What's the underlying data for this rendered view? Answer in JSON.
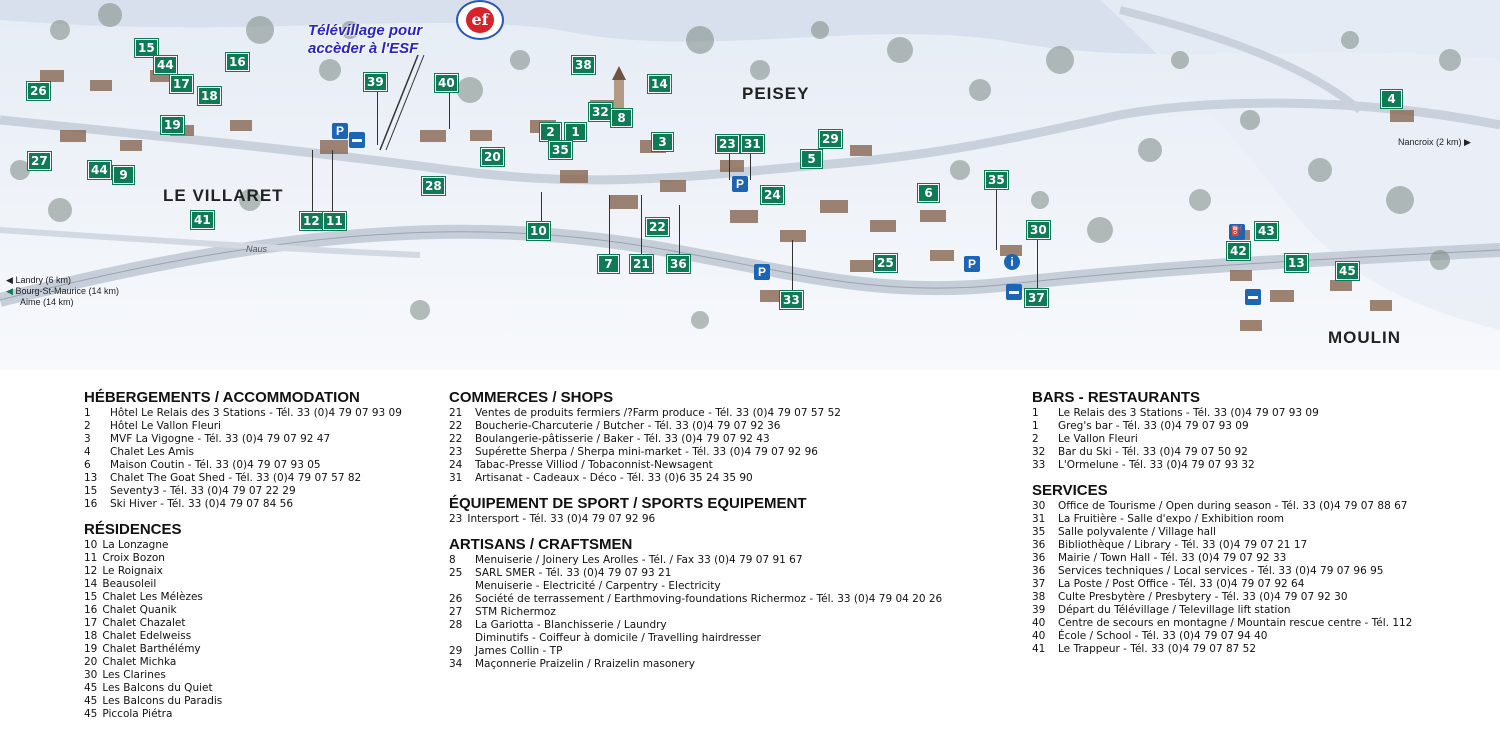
{
  "map": {
    "esf_label_line1": "Télévillage pour",
    "esf_label_line2": "accèder à l'ESF",
    "esf_logo_letters": "ef",
    "places": {
      "peisey": "PEISEY",
      "villaret": "LE VILLARET",
      "moulin": "MOULIN"
    },
    "destinations": {
      "nancroix": "Nancroix (2 km)",
      "landry": "Landry (6 km)",
      "bourg": "Bourg-St-Maurice (14 km)",
      "aime": "Aime (14 km)"
    },
    "signature": "Naus",
    "parking_symbol": "P",
    "info_symbol": "i",
    "markers": [
      "15",
      "44",
      "16",
      "17",
      "26",
      "18",
      "19",
      "27",
      "44",
      "9",
      "41",
      "39",
      "40",
      "12",
      "11",
      "28",
      "20",
      "38",
      "14",
      "32",
      "8",
      "2",
      "1",
      "35",
      "3",
      "23",
      "31",
      "29",
      "5",
      "24",
      "6",
      "35",
      "10",
      "22",
      "7",
      "21",
      "36",
      "33",
      "25",
      "30",
      "37",
      "4",
      "43",
      "42",
      "13",
      "45"
    ]
  },
  "legend": {
    "accommodation": {
      "title": "HÉBERGEMENTS / ACCOMMODATION",
      "items": [
        {
          "n": "1",
          "t": "Hôtel Le Relais des 3 Stations - Tél. 33 (0)4 79 07 93 09"
        },
        {
          "n": "2",
          "t": "Hôtel Le Vallon Fleuri"
        },
        {
          "n": "3",
          "t": "MVF La Vigogne - Tél. 33 (0)4 79 07 92 47"
        },
        {
          "n": "4",
          "t": "Chalet Les Amis"
        },
        {
          "n": "6",
          "t": "Maison Coutin - Tél. 33 (0)4 79 07 93 05"
        },
        {
          "n": "13",
          "t": "Chalet The Goat Shed - Tél. 33 (0)4 79 07 57 82"
        },
        {
          "n": "15",
          "t": "Seventy3 - Tél. 33 (0)4 79 07 22 29"
        },
        {
          "n": "16",
          "t": "Ski Hiver - Tél. 33 (0)4 79 07 84 56"
        }
      ]
    },
    "residences": {
      "title": "RÉSIDENCES",
      "items": [
        {
          "n": "10",
          "t": "La Lonzagne"
        },
        {
          "n": "11",
          "t": "Croix Bozon"
        },
        {
          "n": "12",
          "t": "Le Roignaix"
        },
        {
          "n": "14",
          "t": "Beausoleil"
        },
        {
          "n": "15",
          "t": "Chalet Les Mélèzes"
        },
        {
          "n": "16",
          "t": "Chalet Quanik"
        },
        {
          "n": "17",
          "t": "Chalet Chazalet"
        },
        {
          "n": "18",
          "t": "Chalet Edelweiss"
        },
        {
          "n": "19",
          "t": "Chalet Barthélémy"
        },
        {
          "n": "20",
          "t": "Chalet Michka"
        },
        {
          "n": "30",
          "t": "Les Clarines"
        },
        {
          "n": "45",
          "t": "Les Balcons du Quiet"
        },
        {
          "n": "45",
          "t": "Les Balcons du Paradis"
        },
        {
          "n": "45",
          "t": "Piccola Piétra"
        }
      ]
    },
    "shops": {
      "title": "COMMERCES / SHOPS",
      "items": [
        {
          "n": "21",
          "t": "Ventes de produits fermiers /?Farm produce - Tél. 33 (0)4 79 07 57 52"
        },
        {
          "n": "22",
          "t": "Boucherie-Charcuterie / Butcher - Tél. 33 (0)4 79 07 92 36"
        },
        {
          "n": "22",
          "t": "Boulangerie-pâtisserie / Baker - Tél. 33 (0)4 79 07 92 43"
        },
        {
          "n": "23",
          "t": "Supérette Sherpa / Sherpa mini-market - Tél. 33 (0)4 79 07 92 96"
        },
        {
          "n": "24",
          "t": "Tabac-Presse Villiod / Tobaconnist-Newsagent"
        },
        {
          "n": "31",
          "t": "Artisanat - Cadeaux - Déco - Tél. 33 (0)6 35 24 35 90"
        }
      ]
    },
    "sports": {
      "title": "ÉQUIPEMENT DE SPORT / SPORTS EQUIPEMENT",
      "items": [
        {
          "n": "23",
          "t": "Intersport - Tél. 33 (0)4 79 07 92 96"
        }
      ]
    },
    "craftsmen": {
      "title": "ARTISANS / CRAFTSMEN",
      "items": [
        {
          "n": "8",
          "t": "Menuiserie / Joinery Les Arolles - Tél. / Fax 33 (0)4 79 07 91 67"
        },
        {
          "n": "25",
          "t": "SARL SMER - Tél. 33 (0)4 79 07 93 21"
        },
        {
          "n": "",
          "t": "Menuiserie - Electricité / Carpentry - Electricity"
        },
        {
          "n": "26",
          "t": "Société de terrassement / Earthmoving-foundations Richermoz - Tél. 33 (0)4 79 04 20 26"
        },
        {
          "n": "27",
          "t": "STM Richermoz"
        },
        {
          "n": "28",
          "t": "La Gariotta - Blanchisserie / Laundry"
        },
        {
          "n": "",
          "t": "Diminutifs - Coiffeur à domicile / Travelling hairdresser"
        },
        {
          "n": "29",
          "t": "James Collin - TP"
        },
        {
          "n": "34",
          "t": "Maçonnerie Praizelin / Rraizelin masonery"
        }
      ]
    },
    "bars": {
      "title": "BARS - RESTAURANTS",
      "items": [
        {
          "n": "1",
          "t": "Le Relais des 3 Stations - Tél. 33 (0)4 79 07 93 09"
        },
        {
          "n": "1",
          "t": "Greg's bar - Tél. 33 (0)4 79 07 93 09"
        },
        {
          "n": "2",
          "t": "Le Vallon Fleuri"
        },
        {
          "n": "32",
          "t": "Bar du Ski - Tél. 33 (0)4 79 07 50 92"
        },
        {
          "n": "33",
          "t": "L'Ormelune - Tél. 33 (0)4 79 07 93 32"
        }
      ]
    },
    "services": {
      "title": "SERVICES",
      "items": [
        {
          "n": "30",
          "t": "Office de Tourisme / Open during season - Tél. 33 (0)4 79 07 88 67"
        },
        {
          "n": "31",
          "t": "La Fruitière - Salle d'expo / Exhibition room"
        },
        {
          "n": "35",
          "t": "Salle polyvalente / Village hall"
        },
        {
          "n": "36",
          "t": "Bibliothèque  / Library - Tél. 33 (0)4 79 07 21 17"
        },
        {
          "n": "36",
          "t": "Mairie / Town Hall - Tél. 33 (0)4 79 07 92 33"
        },
        {
          "n": "36",
          "t": "Services techniques / Local services - Tél. 33 (0)4 79 07 96 95"
        },
        {
          "n": "37",
          "t": "La Poste / Post Office - Tél. 33 (0)4 79 07 92 64"
        },
        {
          "n": "38",
          "t": "Culte Presbytère / Presbytery - Tél. 33 (0)4 79 07 92 30"
        },
        {
          "n": "39",
          "t": "Départ du Télévillage / Televillage lift station"
        },
        {
          "n": "40",
          "t": "Centre de secours en montagne / Mountain rescue centre - Tél. 112"
        },
        {
          "n": "40",
          "t": "École / School - Tél. 33 (0)4 79 07 94 40"
        },
        {
          "n": "41",
          "t": "Le Trappeur - Tél. 33 (0)4 79 07 87 52"
        }
      ]
    }
  }
}
